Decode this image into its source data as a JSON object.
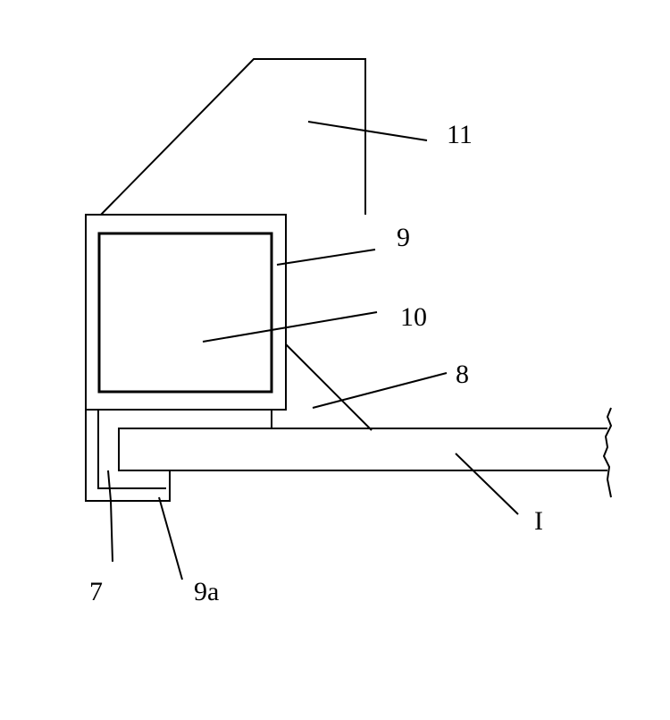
{
  "labels": {
    "l11": "11",
    "l9": "9",
    "l10": "10",
    "l8": "8",
    "lI": "I",
    "l7": "7",
    "l9a": "9a"
  },
  "colors": {
    "line": "#000000",
    "background": "#ffffff"
  }
}
